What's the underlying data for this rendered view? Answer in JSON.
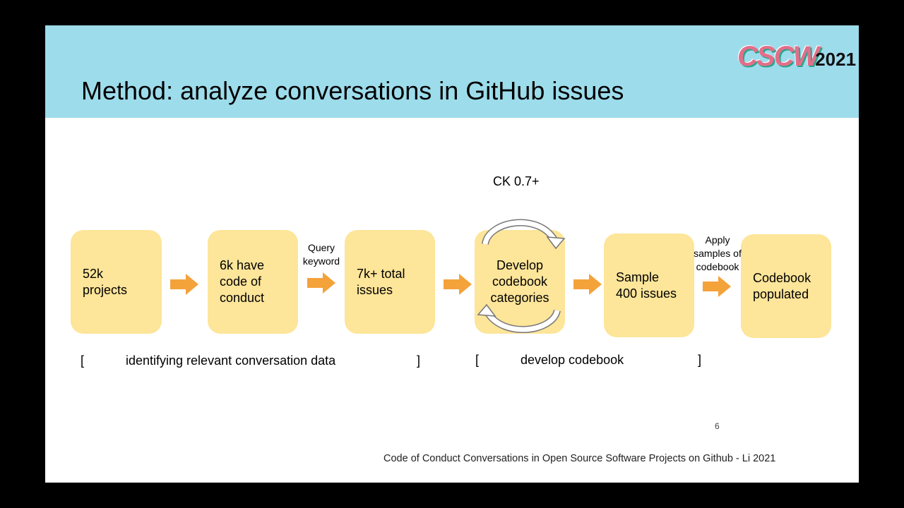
{
  "slide": {
    "title": "Method: analyze conversations in GitHub issues",
    "logo": {
      "cscw": "CSCW",
      "year": "2021"
    },
    "ck_label": "CK 0.7+",
    "page_number": "6",
    "footer": "Code of Conduct Conversations in Open Source Software Projects on Github - Li 2021"
  },
  "flow": {
    "steps": [
      "52k\nprojects",
      "6k have\ncode of\nconduct",
      "7k+ total\nissues",
      "Develop\ncodebook\ncategories",
      "Sample\n400 issues",
      "Codebook\npopulated"
    ],
    "arrow_labels": {
      "query": "Query\nkeyword",
      "apply": "Apply\nsamples of\ncodebook"
    },
    "phases": {
      "identify": {
        "open": "[",
        "text": "identifying relevant conversation data",
        "close": "]"
      },
      "develop": {
        "open": "[",
        "text": "develop codebook",
        "close": "]"
      }
    }
  },
  "colors": {
    "header": "#9ddceb",
    "box": "#fde599",
    "arrow": "#f4a23a"
  }
}
